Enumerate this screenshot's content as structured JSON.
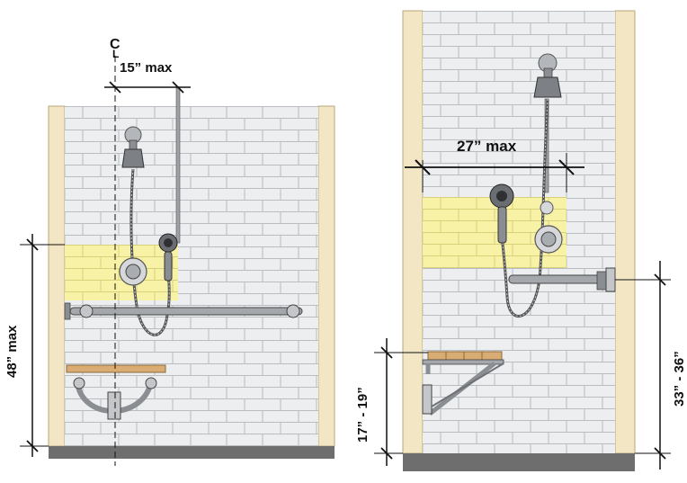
{
  "colors": {
    "wall_finish": "#f2e6c4",
    "tile": "#eceef0",
    "tile_grout": "#b9bcc0",
    "control_area": "#f7f2a6",
    "floor": "#6e6e6e",
    "metal": "#8a8d91",
    "seat_wood": "#d9ac74",
    "dimension_line": "#111111"
  },
  "left_elevation": {
    "centerline_label": "C",
    "centerline_label_sub": "L",
    "offset_dimension": "15” max",
    "height_dimension": "48” max"
  },
  "right_elevation": {
    "width_dimension": "27” max",
    "seat_height_dimension": "17” - 19”",
    "bar_height_dimension": "33” - 36”"
  }
}
